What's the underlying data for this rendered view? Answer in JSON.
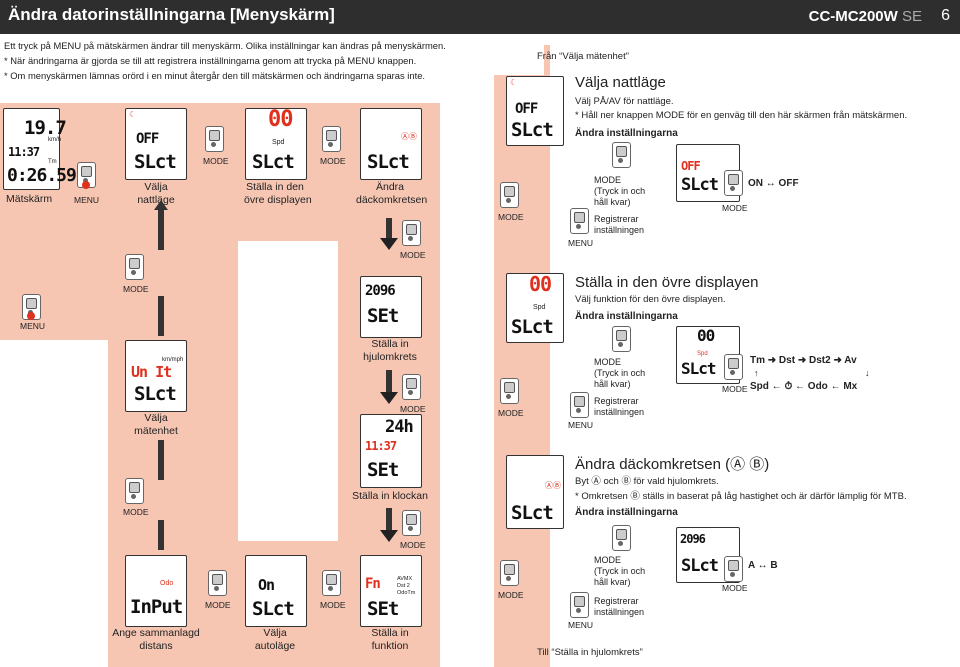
{
  "header": {
    "title": "Ändra datorinställningarna [Menyskärm]",
    "model": "CC-MC200W",
    "model_suffix": "SE",
    "page": "6"
  },
  "intro": {
    "line1": "Ett tryck på MENU på mätskärmen ändrar till menyskärm. Olika inställningar kan ändras på menyskärmen.",
    "line2": "* När ändringarna är gjorda se till att registrera inställningarna genom att trycka på MENU knappen.",
    "line3": "* Om menyskärmen lämnas orörd i en minut återgår den till mätskärmen och ändringarna sparas inte."
  },
  "flow": {
    "measure_label": "Mätskärm",
    "menu": "MENU",
    "mode": "MODE",
    "night_caption": "Välja\nnattläge",
    "top_caption": "Ställa in den\növre displayen",
    "tire_caption": "Ändra\ndäckomkretsen",
    "circ_caption": "Ställa in\nhjulomkrets",
    "clock_caption": "Ställa in klockan",
    "function_caption": "Ställa in\nfunktion",
    "unit_caption": "Välja\nmätenhet",
    "odo_caption": "Ange sammanlagd\ndistans",
    "auto_caption": "Välja\nautoläge",
    "lcd_measure_speed": "19.7",
    "lcd_measure_time": "11:37",
    "lcd_measure_tm": "0:26.59",
    "lcd_kmh": "km/h",
    "lcd_tm": "Tm",
    "lcd_off": "OFF",
    "lcd_00": "00",
    "lcd_spd": "Spd",
    "lcd_slct": "SLct",
    "lcd_2096": "2096",
    "lcd_set": "SEt",
    "lcd_24h": "24h",
    "lcd_1137": "11:37",
    "lcd_unit": "Un It",
    "lcd_kmmph": "km/mph",
    "lcd_input": "InPut",
    "lcd_odo": "Odo",
    "lcd_on": "On",
    "lcd_fn": "Fn",
    "lcd_fn_items": "AVMX\nDst 2\nOdoTm"
  },
  "right": {
    "from_label": "Från “Välja mätenhet”",
    "to_label": "Till “Ställa in hjulomkrets”",
    "night": {
      "title": "Välja nattläge",
      "line1": "Välj PÅ/AV för nattläge.",
      "line2": "* Håll ner knappen MODE för en genväg till den här skärmen från mätskärmen.",
      "change": "Ändra inställningarna",
      "press": "MODE\n(Tryck in och\nhåll kvar)",
      "register": "Registrerar\ninställningen",
      "toggle": "ON ↔ OFF"
    },
    "top": {
      "title": "Ställa in den övre displayen",
      "line1": "Välj funktion för den övre displayen.",
      "change": "Ändra inställningarna",
      "press": "MODE\n(Tryck in och\nhåll kvar)",
      "register": "Registrerar\ninställningen",
      "cycle_row1": "Tm ➜ Dst ➜ Dst2 ➜ Av",
      "cycle_row2": "Spd ← ⏱ ← Odo ← Mx"
    },
    "tire": {
      "title": "Ändra däckomkretsen (Ⓐ Ⓑ)",
      "line1": "Byt Ⓐ och Ⓑ för vald hjulomkrets.",
      "line2": "* Omkretsen Ⓑ ställs in baserat på låg hastighet och är därför lämplig för MTB.",
      "change": "Ändra inställningarna",
      "press": "MODE\n(Tryck in och\nhåll kvar)",
      "register": "Registrerar\ninställningen",
      "toggle": "A ↔ B"
    }
  }
}
